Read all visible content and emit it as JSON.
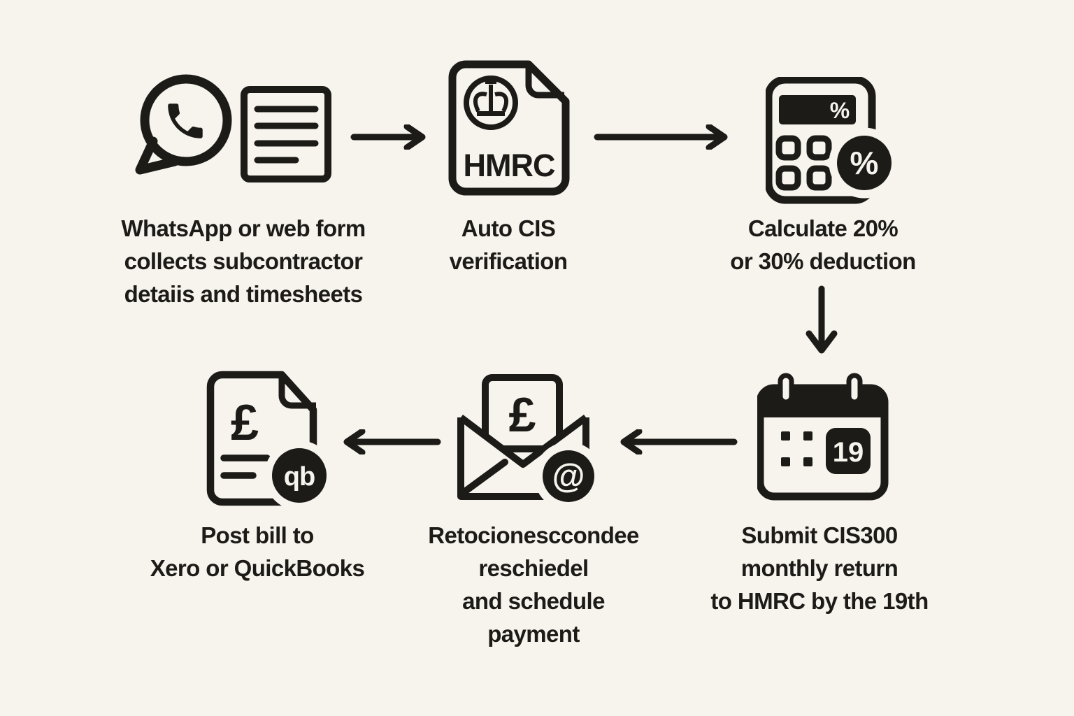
{
  "title": "CIS subcontractor payment workflow diagram",
  "colors": {
    "background": "#f7f4ed",
    "ink": "#1d1b18"
  },
  "steps": [
    {
      "id": "collect",
      "icons": [
        "whatsapp-icon",
        "timesheet-document-icon"
      ],
      "caption": [
        "WhatsApp or web form",
        "collects subcontractor",
        "detaiis and timesheets"
      ]
    },
    {
      "id": "verify",
      "icons": [
        "hmrc-document-icon"
      ],
      "icon_text": {
        "hmrc": "HMRC"
      },
      "caption": [
        "Auto CIS",
        "verification"
      ]
    },
    {
      "id": "calculate",
      "icons": [
        "calculator-percent-icon"
      ],
      "icon_text": {
        "display_percent": "%",
        "badge_percent": "%"
      },
      "caption": [
        "Calculate 20%",
        "or 30% deduction"
      ]
    },
    {
      "id": "submit",
      "icons": [
        "calendar-deadline-icon"
      ],
      "icon_text": {
        "day": "19"
      },
      "caption": [
        "Submit CIS300",
        "monthly return",
        "to HMRC by the 19th"
      ]
    },
    {
      "id": "schedule",
      "icons": [
        "envelope-pound-email-icon"
      ],
      "icon_text": {
        "pound": "£",
        "at": "@"
      },
      "caption": [
        "Retocionesccondee",
        "reschiedel",
        "and schedule",
        "payment"
      ]
    },
    {
      "id": "post",
      "icons": [
        "pound-invoice-quickbooks-icon"
      ],
      "icon_text": {
        "pound": "£",
        "qb": "qb"
      },
      "caption": [
        "Post bill to",
        "Xero or QuickBooks"
      ]
    }
  ],
  "arrows": [
    {
      "id": "arrow-collect-to-verify",
      "direction": "right"
    },
    {
      "id": "arrow-verify-to-calculate",
      "direction": "right"
    },
    {
      "id": "arrow-calculate-to-submit",
      "direction": "down"
    },
    {
      "id": "arrow-submit-to-schedule",
      "direction": "left"
    },
    {
      "id": "arrow-schedule-to-post",
      "direction": "left"
    }
  ]
}
